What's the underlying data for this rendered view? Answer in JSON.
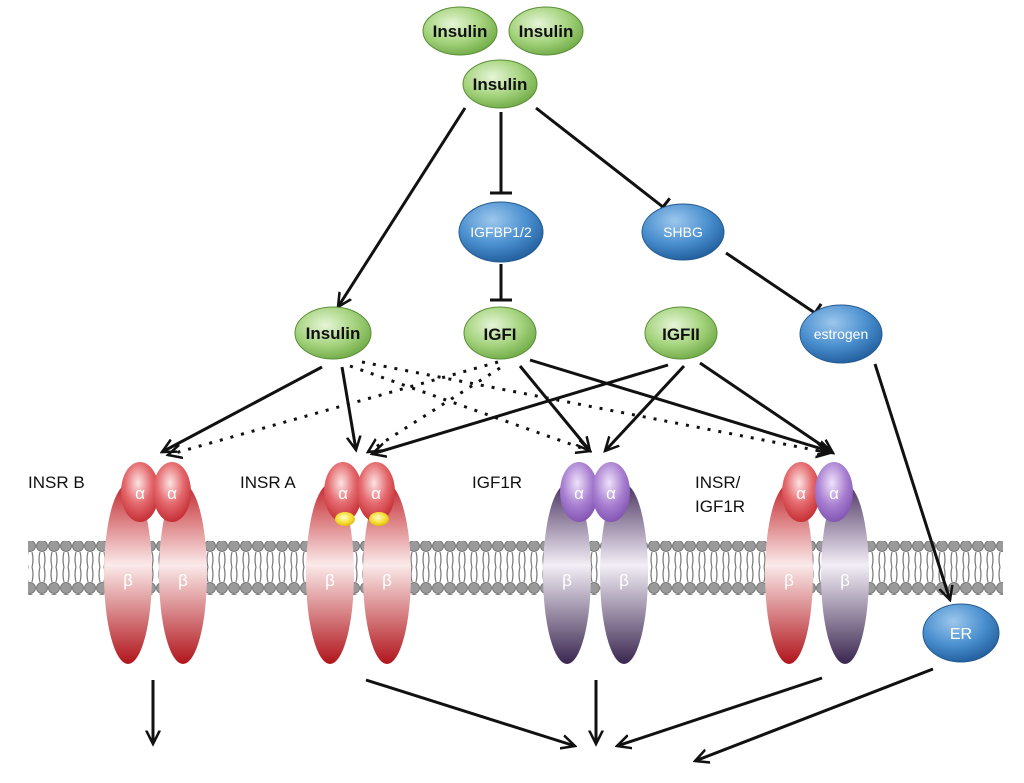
{
  "nodes": {
    "insulin_top_left": "Insulin",
    "insulin_top_right": "Insulin",
    "insulin_top_center": "Insulin",
    "igfbp": "IGFBP1/2",
    "shbg": "SHBG",
    "insulin_mid": "Insulin",
    "igf1": "IGFI",
    "igf2": "IGFII",
    "estrogen": "estrogen",
    "er": "ER"
  },
  "receptors": {
    "insr_b": {
      "label": "INSR B",
      "alpha": "α",
      "beta": "β"
    },
    "insr_a": {
      "label": "INSR A",
      "alpha": "α",
      "beta": "β"
    },
    "igf1r": {
      "label": "IGF1R",
      "alpha": "α",
      "beta": "β"
    },
    "hybrid": {
      "label_line1": "INSR/",
      "label_line2": "IGF1R",
      "alpha": "α",
      "beta": "β"
    }
  },
  "colors": {
    "green_node": "#8cc661",
    "blue_node": "#3f86c6",
    "insr_red": "#c0262c",
    "igf1r_purple": "#4b3560",
    "alpha_purple": "#9466c0",
    "membrane": "#8a8a8a",
    "binding_site": "#f2d21b"
  }
}
